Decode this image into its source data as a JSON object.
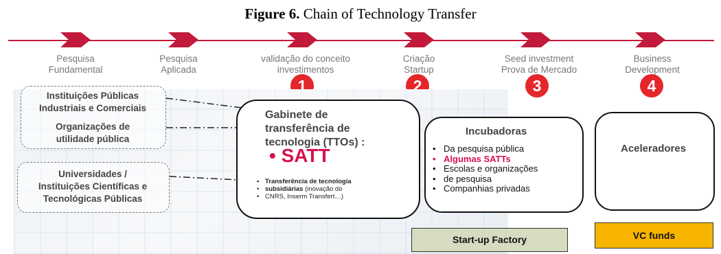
{
  "title": {
    "prefix": "Figure 6.",
    "text": "Chain of Technology Transfer"
  },
  "stages": [
    {
      "line1": "Pesquisa",
      "line2": "Fundamental"
    },
    {
      "line1": "Pesquisa",
      "line2": "Aplicada"
    },
    {
      "line1": "validação do conceito",
      "line2": "investimentos"
    },
    {
      "line1": "Criação",
      "line2": "Startup"
    },
    {
      "line1": "Seed investment",
      "line2": "Prova de Mercado"
    },
    {
      "line1": "Business",
      "line2": "Development"
    }
  ],
  "numbers": [
    "1",
    "2",
    "3",
    "4"
  ],
  "orgs": {
    "box1": {
      "line1": "Instituições Públicas",
      "line2": "Industriais e Comerciais",
      "line3": "Organizações de",
      "line4": "utilidade pública"
    },
    "box2": {
      "line1": "Universidades /",
      "line2": "Instituições Científicas e",
      "line3": "Tecnológicas Públicas"
    }
  },
  "tto": {
    "line1": "Gabinete de",
    "line2": "transferência de",
    "line3": "tecnologia (TTOs) :",
    "satt": "• SATT",
    "item1": "Transferência de tecnologia",
    "item2_bold": "subsidiárias",
    "item2_rest": " (inovação do",
    "item2_line2": "CNRS, Inserm Transfert…)"
  },
  "incubadoras": {
    "title": "Incubadoras",
    "items": [
      "Da pesquisa pública",
      "Algumas SATTs",
      "Escolas e organizações",
      "de pesquisa",
      "Companhias privadas"
    ]
  },
  "aceleradores": {
    "title": "Aceleradores"
  },
  "tags": {
    "startup_factory": "Start-up Factory",
    "vc_funds": "VC funds"
  },
  "colors": {
    "accent": "#c21a3a",
    "circle": "#e5262b",
    "satt": "#d6124c",
    "startup_factory_bg": "#d5dcbf",
    "vc_funds_bg": "#f7b500"
  }
}
